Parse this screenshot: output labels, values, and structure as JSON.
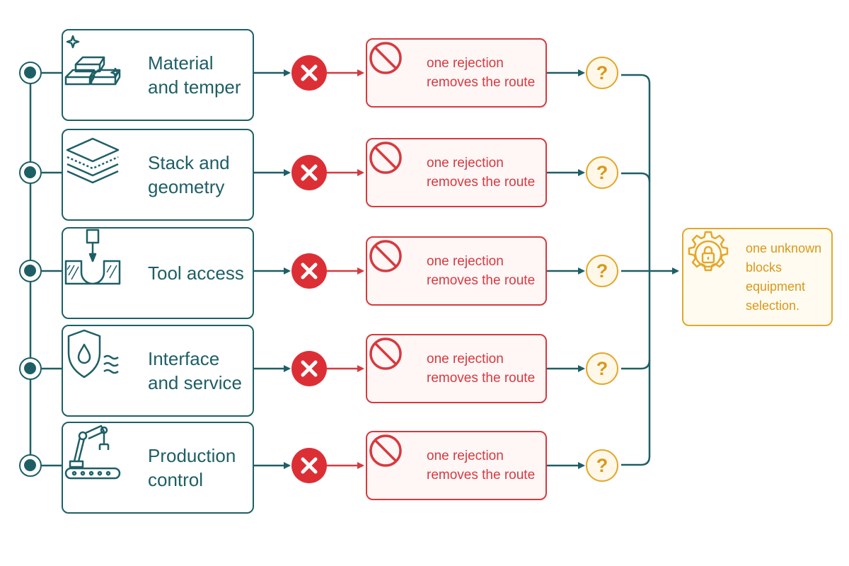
{
  "colors": {
    "criterion": "#1e5f66",
    "rejection": "#d63a3f",
    "fail_marker": "#dc2f35",
    "unknown": "#e4a72b"
  },
  "criteria": [
    {
      "label": "Material\nand temper",
      "icon": "metal-ingots-icon",
      "rejection_text": "one rejection\nremoves the route",
      "fail_icon": "x-icon",
      "rejection_icon": "prohibited-icon",
      "unknown_symbol": "?"
    },
    {
      "label": "Stack and\ngeometry",
      "icon": "layer-stack-icon",
      "rejection_text": "one rejection\nremoves the route",
      "fail_icon": "x-icon",
      "rejection_icon": "prohibited-icon",
      "unknown_symbol": "?"
    },
    {
      "label": "Tool access",
      "icon": "machining-tool-icon",
      "rejection_text": "one rejection\nremoves the route",
      "fail_icon": "x-icon",
      "rejection_icon": "prohibited-icon",
      "unknown_symbol": "?"
    },
    {
      "label": "Interface\nand service",
      "icon": "shield-droplet-icon",
      "rejection_text": "one rejection\nremoves the route",
      "fail_icon": "x-icon",
      "rejection_icon": "prohibited-icon",
      "unknown_symbol": "?"
    },
    {
      "label": "Production\ncontrol",
      "icon": "robot-arm-conveyor-icon",
      "rejection_text": "one rejection\nremoves the route",
      "fail_icon": "x-icon",
      "rejection_icon": "prohibited-icon",
      "unknown_symbol": "?"
    }
  ],
  "outcome": {
    "text": "one unknown\nblocks\nequipment\nselection.",
    "icon": "gear-lock-icon"
  }
}
